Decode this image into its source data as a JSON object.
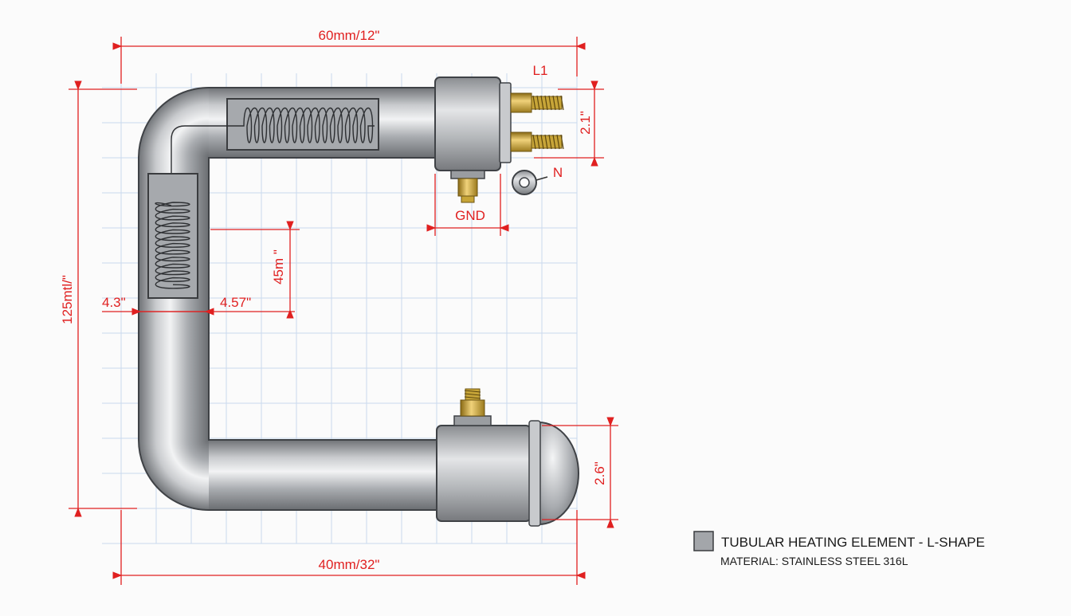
{
  "dimensions": {
    "top_width": "60mm/12\"",
    "bottom_width": "40mm/32\"",
    "overall_height": "125mtl/\"",
    "left_wall": "4.3\"",
    "inner_offset": "4.57\"",
    "inner_height": "45m \"",
    "terminal_spacing": "2.1\"",
    "end_cap_height": "2.6\""
  },
  "terminals": {
    "line": "L1",
    "neutral": "N",
    "ground": "GND"
  },
  "legend": {
    "title": "TUBULAR HEATING ELEMENT - L-SHAPE",
    "material": "MATERIAL: STAINLESS STEEL 316L"
  },
  "colors": {
    "dimension": "#e02020",
    "grid": "#c9d9ee",
    "steel": "#a9acb0",
    "brass": "#c9a233"
  }
}
